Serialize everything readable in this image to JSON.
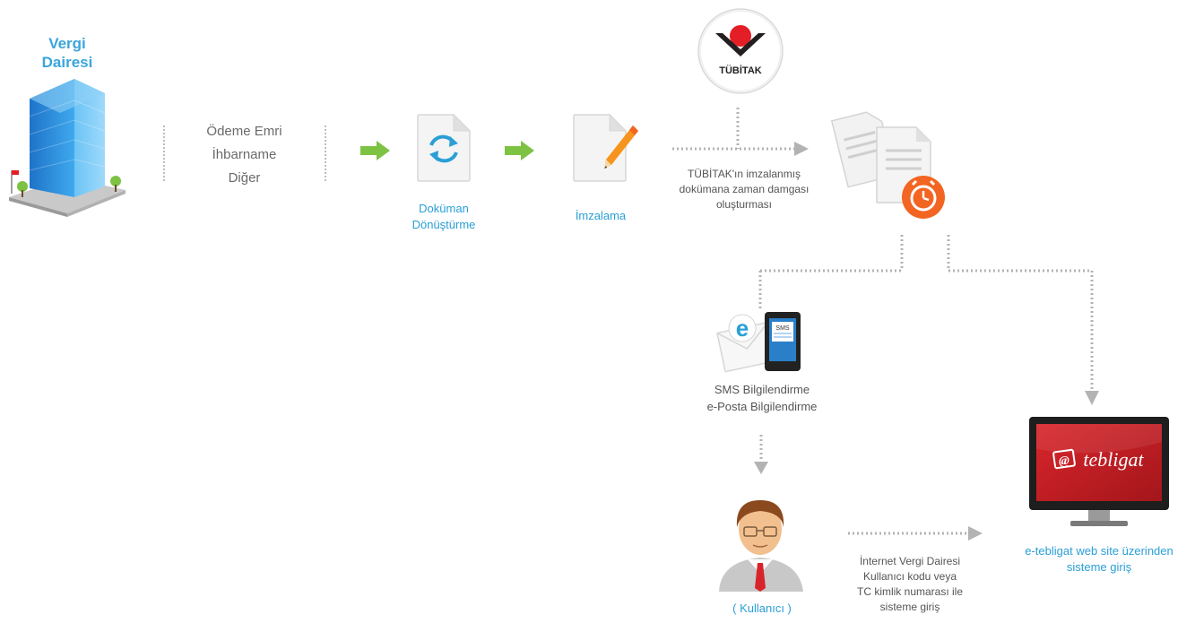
{
  "tax_office": {
    "title_line1": "Vergi",
    "title_line2": "Dairesi"
  },
  "document_types": [
    "Ödeme Emri",
    "İhbarname",
    "Diğer"
  ],
  "steps": {
    "conversion": {
      "line1": "Doküman",
      "line2": "Dönüştürme"
    },
    "signing": {
      "label": "İmzalama"
    },
    "timestamp": {
      "line1": "TÜBİTAK'ın imzalanmış",
      "line2": "dokümana zaman damgası",
      "line3": "oluşturması"
    },
    "tubitak_logo": "TÜBİTAK",
    "notification": {
      "line1": "SMS Bilgilendirme",
      "line2": "e-Posta Bilgilendirme"
    },
    "sms_screen_text": "SMS",
    "user": {
      "label": "( Kullanıcı )"
    },
    "login": {
      "line1": "İnternet Vergi Dairesi",
      "line2": "Kullanıcı kodu veya",
      "line3": "TC kimlik numarası ile",
      "line4": "sisteme giriş"
    },
    "website": {
      "line1": "e-tebligat web site üzerinden",
      "line2": "sisteme giriş"
    },
    "monitor_brand": "tebligat",
    "monitor_brand_at": "@"
  },
  "colors": {
    "accent_blue": "#2a9fd6",
    "arrow_green": "#7dc242",
    "clock_orange": "#f26522",
    "monitor_red": "#c62026",
    "tubitak_red": "#e41e26",
    "connector_gray": "#b3b3b3"
  },
  "icons": [
    "building-icon",
    "sync-document-icon",
    "edit-document-icon",
    "tubitak-logo",
    "documents-clock-icon",
    "email-sms-icon",
    "user-avatar-icon",
    "monitor-icon"
  ]
}
